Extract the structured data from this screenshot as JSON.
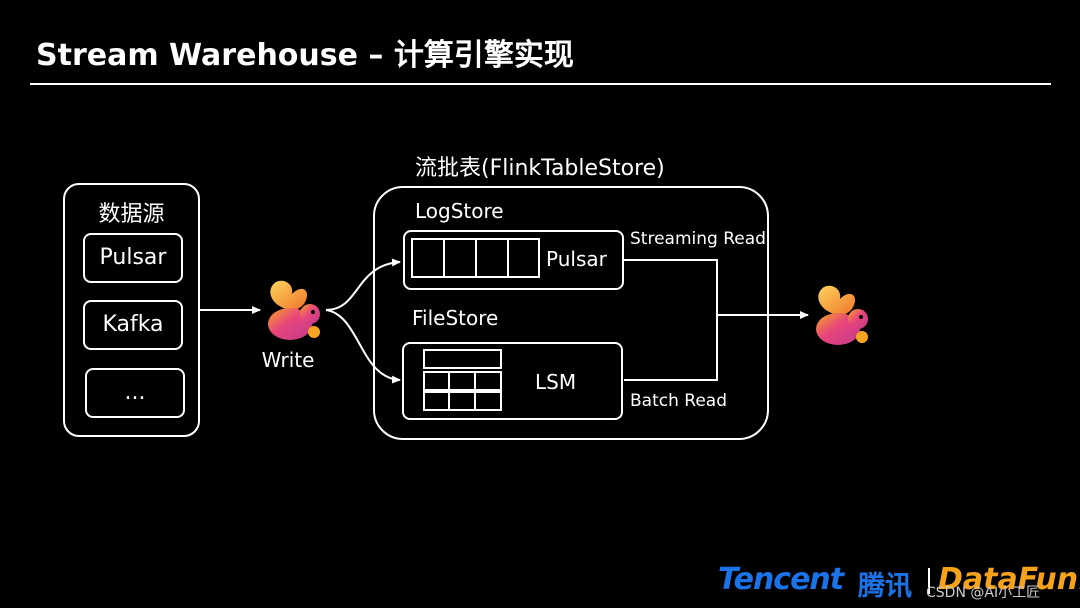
{
  "header": {
    "title": "Stream Warehouse – 计算引擎实现"
  },
  "sources": {
    "label": "数据源",
    "items": [
      "Pulsar",
      "Kafka",
      "..."
    ]
  },
  "flow": {
    "write_label": "Write"
  },
  "table_store": {
    "label": "流批表(FlinkTableStore)",
    "logstore": {
      "label": "LogStore",
      "inner": "Pulsar",
      "read_label": "Streaming Read"
    },
    "filestore": {
      "label": "FileStore",
      "inner": "LSM",
      "read_label": "Batch Read"
    }
  },
  "footer": {
    "tencent": "Tencent",
    "tencent_cn": "腾讯",
    "datafun": "DataFun.",
    "watermark": "CSDN @AI小工匠"
  },
  "colors": {
    "background": "#000000",
    "foreground": "#ffffff",
    "tencent_blue": "#1a73e8",
    "datafun_orange": "#f7a21b"
  },
  "icons": [
    "flink-squirrel-icon"
  ]
}
